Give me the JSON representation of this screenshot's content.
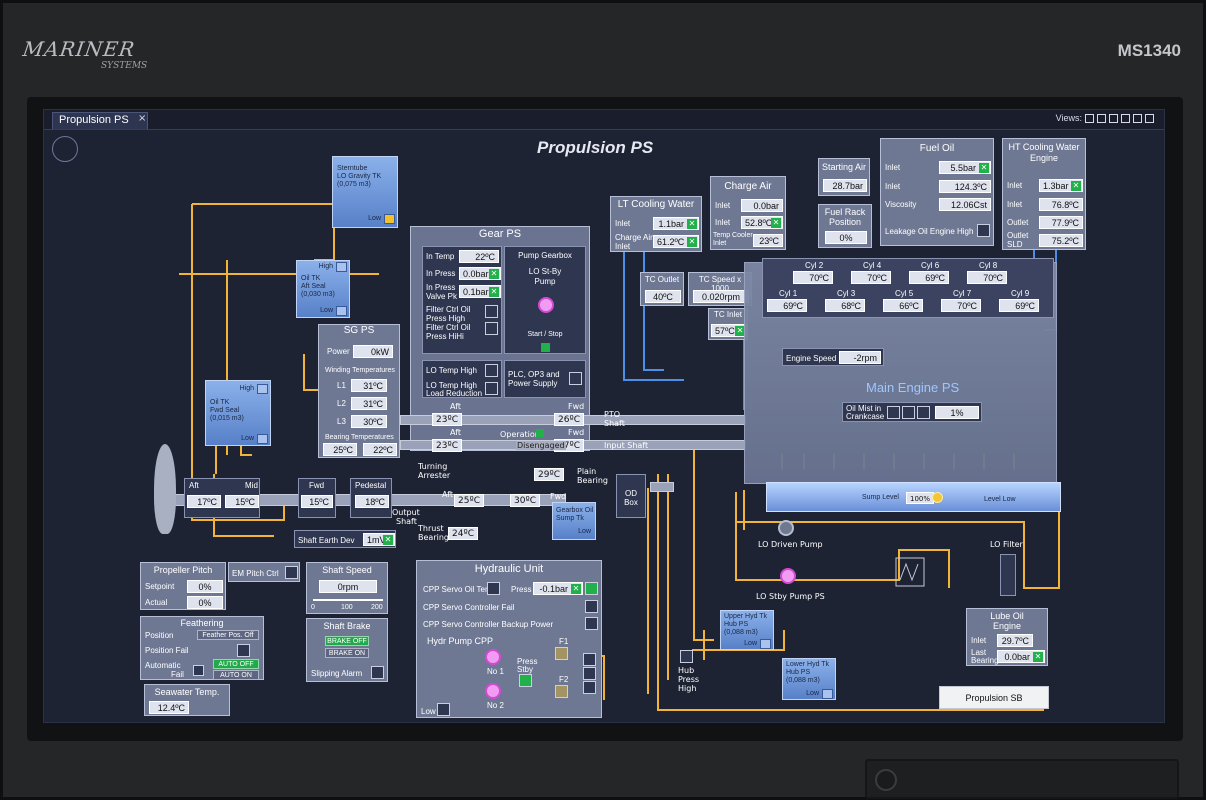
{
  "brand": {
    "name": "MARINER",
    "sub": "SYSTEMS",
    "model": "MS1340"
  },
  "tab": {
    "label": "Propulsion PS",
    "close": "×"
  },
  "views": {
    "label": "Views:"
  },
  "title": "Propulsion PS",
  "stern": {
    "t1": "Sterntube",
    "t2": "LO Gravity TK",
    "t3": "(0,075 m3)",
    "low": "Low"
  },
  "oil_aft": {
    "t1": "Oil TK",
    "t2": "Aft Seal",
    "t3": "(0,030 m3)",
    "high": "High",
    "low": "Low"
  },
  "oil_fwd": {
    "t1": "Oil TK",
    "t2": "Fwd Seal",
    "t3": "(0,015 m3)",
    "high": "High",
    "low": "Low"
  },
  "sg": {
    "title": "SG PS",
    "power_l": "Power",
    "power_v": "0kW",
    "wind": "Winding Temperatures",
    "l1": "L1",
    "l1v": "31ºC",
    "l2": "L2",
    "l2v": "31ºC",
    "l3": "L3",
    "l3v": "30ºC",
    "bear": "Bearing Temperatures",
    "b1": "25ºC",
    "b2": "22ºC"
  },
  "gear": {
    "title": "Gear PS",
    "in_temp_l": "In Temp",
    "in_temp_v": "22ºC",
    "in_press_l": "In Press",
    "in_press_v": "0.0bar",
    "valve_l1": "In Press",
    "valve_l2": "Valve Pk",
    "valve_v": "0.1bar",
    "filter1": "Filter Ctrl Oil",
    "filter2": "Press High",
    "filter3": "Filter Ctrl Oil",
    "filter4": "Press HiHi",
    "pump_title": "Pump Gearbox",
    "pump_sub1": "LO St-By",
    "pump_sub2": "Pump",
    "startstop": "Start / Stop",
    "lo_temp_high": "LO Temp High",
    "lo_temp_load1": "LO Temp High",
    "lo_temp_load2": "Load Reduction",
    "plc1": "PLC, OP3 and",
    "plc2": "Power Supply",
    "aft": "Aft",
    "fwd": "Fwd",
    "aft2": "Aft",
    "fwd2": "Fwd",
    "t_aft1": "23ºC",
    "t_fwd1": "26ºC",
    "t_aft2": "23ºC",
    "t_fwd2": "27ºC",
    "operation": "Operation",
    "disengaged": "Disengaged",
    "pto1": "PTO",
    "pto2": "Shaft",
    "input_shaft": "Input Shaft",
    "plain1": "Plain",
    "plain2": "Bearing",
    "plain_v": "29ºC",
    "turning1": "Turning",
    "turning2": "Arrester",
    "out_aft": "Aft",
    "out_aft_v": "25ºC",
    "out_fwd_v": "30ºC",
    "out_fwd": "Fwd",
    "output1": "Output",
    "output2": "Shaft",
    "thrust1": "Thrust",
    "thrust2": "Bearing",
    "thrust_v": "24ºC",
    "sump1": "Gearbox Oil",
    "sump2": "Sump Tk",
    "sump_low": "Low"
  },
  "shaft_brg": {
    "aft": "Aft",
    "mid": "Mid",
    "aft_v": "17ºC",
    "mid_v": "15ºC",
    "fwd": "Fwd",
    "fwd_v": "15ºC",
    "ped": "Pedestal",
    "ped_v": "18ºC"
  },
  "earth": {
    "label": "Shaft Earth Dev",
    "value": "1mV"
  },
  "lt": {
    "title": "LT Cooling Water",
    "inlet": "Inlet",
    "inlet_v": "1.1bar",
    "ca1": "Charge Air",
    "ca2": "Inlet",
    "ca_v": "61.2ºC"
  },
  "tc_outlet": {
    "label": "TC Outlet",
    "value": "40ºC"
  },
  "tc_speed": {
    "label": "TC Speed x 1000",
    "value": "0.020rpm"
  },
  "tc_inlet": {
    "label": "TC Inlet",
    "value": "57ºC"
  },
  "charge": {
    "title": "Charge Air",
    "inlet": "Inlet",
    "inlet_v": "0.0bar",
    "inlet2": "Inlet",
    "inlet2_v": "52.8ºC",
    "tc1": "Temp Cooler",
    "tc2": "Inlet",
    "tc_v": "23ºC"
  },
  "starting": {
    "title": "Starting Air",
    "value": "28.7bar"
  },
  "fuel_rack": {
    "t1": "Fuel Rack",
    "t2": "Position",
    "value": "0%"
  },
  "fuel": {
    "title": "Fuel Oil",
    "inlet": "Inlet",
    "inlet_v": "5.5bar",
    "inlet2": "Inlet",
    "inlet2_v": "124.3ºC",
    "visc": "Viscosity",
    "visc_v": "12.06Cst",
    "leak": "Leakage Oil Engine",
    "leak_high": "High"
  },
  "ht": {
    "t1": "HT Cooling Water",
    "t2": "Engine",
    "inlet": "Inlet",
    "inlet_v": "1.3bar",
    "inlet2": "Inlet",
    "inlet2_v": "76.8ºC",
    "outlet": "Outlet",
    "outlet_v": "77.9ºC",
    "out_sld1": "Outlet",
    "out_sld2": "SLD",
    "out_sld_v": "75.2ºC"
  },
  "cyl_top": [
    {
      "l": "Cyl 2",
      "v": "70ºC"
    },
    {
      "l": "Cyl 4",
      "v": "70ºC"
    },
    {
      "l": "Cyl 6",
      "v": "69ºC"
    },
    {
      "l": "Cyl 8",
      "v": "70ºC"
    }
  ],
  "cyl_bot": [
    {
      "l": "Cyl 1",
      "v": "69ºC"
    },
    {
      "l": "Cyl 3",
      "v": "68ºC"
    },
    {
      "l": "Cyl 5",
      "v": "66ºC"
    },
    {
      "l": "Cyl 7",
      "v": "70ºC"
    },
    {
      "l": "Cyl 9",
      "v": "69ºC"
    }
  ],
  "engine": {
    "speed_l": "Engine Speed",
    "speed_v": "-2rpm",
    "title": "Main Engine PS",
    "mist1": "Oil Mist in",
    "mist2": "Crankcase",
    "mist_v": "1%"
  },
  "sump": {
    "label": "Sump Level",
    "value": "100%",
    "low": "Level Low"
  },
  "od_box": {
    "t1": "OD",
    "t2": "Box"
  },
  "lo": {
    "driven": "LO Driven Pump",
    "stby": "LO Stby Pump PS",
    "filter": "LO Filter"
  },
  "lube": {
    "t1": "Lube Oil",
    "t2": "Engine",
    "inlet": "Inlet",
    "inlet_v": "29.7ºC",
    "lb1": "Last",
    "lb2": "Bearing",
    "lb_v": "0.0bar"
  },
  "pitch": {
    "title": "Propeller Pitch",
    "set_l": "Setpoint",
    "set_v": "0%",
    "act_l": "Actual",
    "act_v": "0%"
  },
  "em_pitch": {
    "label": "EM Pitch Ctrl"
  },
  "feather": {
    "title": "Feathering",
    "pos_l": "Position",
    "pos_v": "Feather Pos. Off",
    "fail_l": "Position Fail",
    "auto_l1": "Automatic",
    "auto_l2": "Fail",
    "auto_off": "AUTO OFF",
    "auto_on": "AUTO ON"
  },
  "seawater": {
    "title": "Seawater Temp.",
    "value": "12.4ºC"
  },
  "shaft_speed": {
    "title": "Shaft Speed",
    "value": "0rpm",
    "s0": "0",
    "s1": "100",
    "s2": "200"
  },
  "shaft_brake": {
    "title": "Shaft Brake",
    "off": "BRAKE OFF",
    "on": "BRAKE ON",
    "slip": "Slipping Alarm"
  },
  "hyd": {
    "title": "Hydraulic Unit",
    "cpp_temp": "CPP Servo Oil Temp",
    "press_l": "Press",
    "press_v": "-0.1bar",
    "cpp_fail": "CPP Servo Controller Fail",
    "cpp_backup": "CPP Servo Controller Backup Power",
    "pump_title": "Hydr Pump CPP",
    "no1": "No 1",
    "no2": "No 2",
    "stby1": "Press",
    "stby2": "Stby",
    "f1": "F1",
    "f2": "F2",
    "low": "Low"
  },
  "hub": {
    "t1": "Hub",
    "t2": "Press",
    "t3": "High"
  },
  "upper_hyd": {
    "t1": "Upper Hyd Tk",
    "t2": "Hub PS",
    "t3": "(0,088 m3)",
    "low": "Low"
  },
  "lower_hyd": {
    "t1": "Lower Hyd Tk",
    "t2": "Hub PS",
    "t3": "(0,088 m3)",
    "low": "Low"
  },
  "btn_sb": "Propulsion SB",
  "colors": {
    "pipe_oil": "#f2b339",
    "pipe_water": "#4d8fe6",
    "ok": "#21b04a",
    "screen_bg": "#1e2334"
  }
}
